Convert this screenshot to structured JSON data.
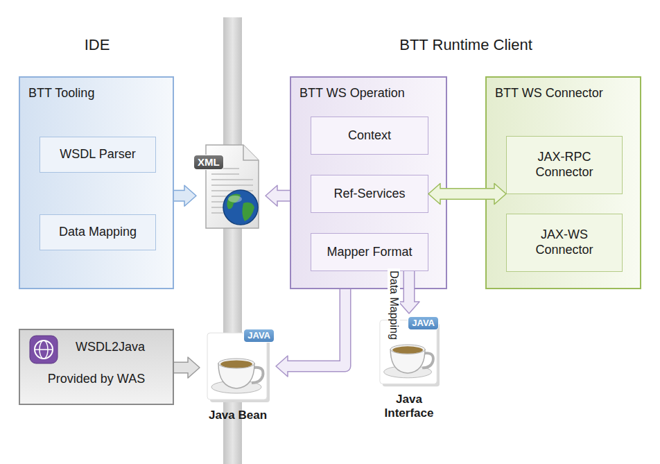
{
  "diagram": {
    "nodes": [
      {
        "text": [
          "BTT Tooling"
        ]
      },
      {
        "text": [
          "WSDL Parser"
        ],
        "in": 0
      },
      {
        "text": [
          "Data Mapping"
        ],
        "in": 0
      },
      {
        "text": [
          "BTT WS Operation"
        ]
      },
      {
        "text": [
          "Context"
        ],
        "in": 3
      },
      {
        "text": [
          "Ref-Services"
        ],
        "in": 3
      },
      {
        "text": [
          "Mapper Format"
        ],
        "in": 3
      },
      {
        "text": [
          "BTT WS Connector"
        ]
      },
      {
        "text": [
          "JAX-RPC Connector"
        ],
        "in": 7
      },
      {
        "text": [
          "JAX-WS Connector"
        ],
        "in": 7
      },
      {
        "text": [
          "WSDL2Java",
          "Provided by WAS"
        ]
      },
      {
        "text": [
          "XML"
        ]
      },
      {
        "text": [
          "JAVA",
          "Java Bean"
        ]
      },
      {
        "text": [
          "JAVA",
          "Java Interface"
        ]
      }
    ],
    "edges": [
      {
        "from": 0,
        "to": 11,
        "arrow": "to"
      },
      {
        "from": 3,
        "to": 11,
        "arrow": "to"
      },
      {
        "from": 5,
        "to": 8,
        "arrow": "both"
      },
      {
        "from": 10,
        "to": 12,
        "arrow": "to"
      },
      {
        "from": 3,
        "to": 12,
        "arrow": "to"
      },
      {
        "from": 6,
        "to": 13,
        "label": "Data Mapping",
        "arrow": "to"
      }
    ],
    "labels": [
      "IDE",
      "BTT Runtime Client"
    ]
  }
}
